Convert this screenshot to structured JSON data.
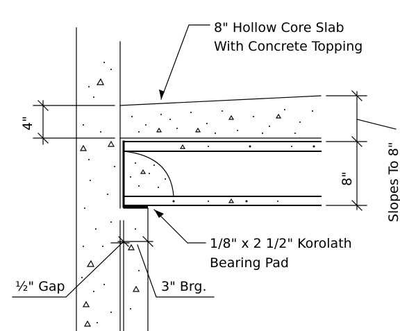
{
  "labels": {
    "slab_line1": "8\" Hollow Core Slab",
    "slab_line2": "With Concrete Topping",
    "topping_dim": "4\"",
    "slab_dim": "8\"",
    "slopes": "Slopes To 8\"",
    "pad_line1": "1/8\" x 2 1/2\" Korolath",
    "pad_line2": "Bearing Pad",
    "bearing": "3\" Brg.",
    "gap": "½\" Gap"
  }
}
